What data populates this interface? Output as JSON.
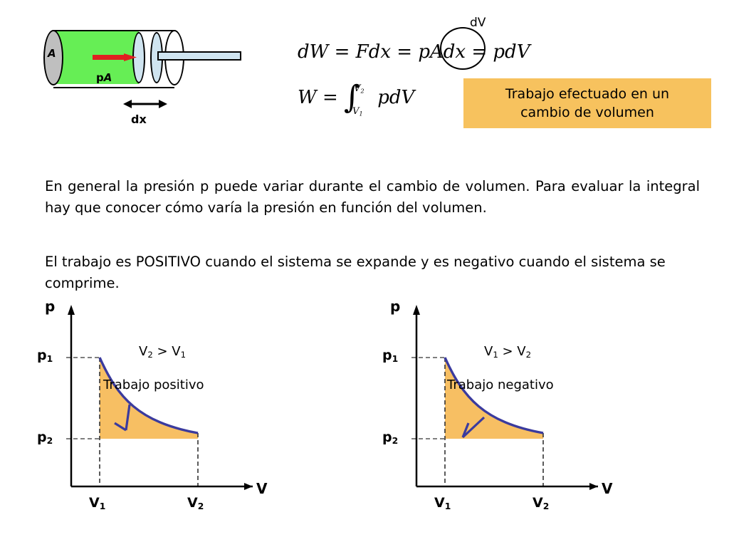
{
  "diagram": {
    "area_label": "A",
    "force_label_p": "p",
    "force_label_A": "A",
    "displacement_label": "dx",
    "red_arrow_icon": "force-arrow-icon",
    "dx_arrow_icon": "double-arrow-icon"
  },
  "equations": {
    "dw": {
      "part1": "dW = Fdx = p",
      "part2": "Adx",
      "part3": " = pdV"
    },
    "dv_highlight_label": "dV",
    "w": {
      "lhs": "W =",
      "integral_upper": "V",
      "integral_upper_sub": "2",
      "integral_lower": "V",
      "integral_lower_sub": "1",
      "integrand": "pdV"
    }
  },
  "callout": {
    "line1": "Trabajo efectuado en un",
    "line2": "cambio de volumen",
    "background_color": "#f7c25e"
  },
  "paragraphs": {
    "p1": "En general la presión p puede variar durante el cambio de volumen. Para evaluar la integral hay que conocer cómo varía la presión en función del volumen.",
    "p2": "El trabajo es POSITIVO cuando el sistema se expande y es negativo cuando el sistema se comprime."
  },
  "graphs": [
    {
      "name": "trabajo-positivo",
      "y_axis_label": "p",
      "x_axis_label": "V",
      "y_ticks": [
        {
          "label": "p",
          "sub": "1"
        },
        {
          "label": "p",
          "sub": "2"
        }
      ],
      "x_ticks": [
        {
          "label": "V",
          "sub": "1"
        },
        {
          "label": "V",
          "sub": "2"
        }
      ],
      "condition": {
        "left": "V",
        "left_sub": "2",
        "op": " > ",
        "right": "V",
        "right_sub": "1"
      },
      "caption": "Trabajo positivo",
      "arrow_direction": "right",
      "curve_color": "#3b3b9e",
      "fill_color": "#f7bf63"
    },
    {
      "name": "trabajo-negativo",
      "y_axis_label": "p",
      "x_axis_label": "V",
      "y_ticks": [
        {
          "label": "p",
          "sub": "1"
        },
        {
          "label": "p",
          "sub": "2"
        }
      ],
      "x_ticks": [
        {
          "label": "V",
          "sub": "1"
        },
        {
          "label": "V",
          "sub": "2"
        }
      ],
      "condition": {
        "left": "V",
        "left_sub": "1",
        "op": " > ",
        "right": "V",
        "right_sub": "2"
      },
      "caption": "Trabajo negativo",
      "arrow_direction": "left",
      "curve_color": "#3b3b9e",
      "fill_color": "#f7bf63"
    }
  ],
  "chart_data": {
    "type": "line",
    "title": "",
    "xlabel": "V",
    "ylabel": "p",
    "panels": [
      {
        "title": "Trabajo positivo",
        "annotation": "V2 > V1",
        "x": [
          1.0,
          1.25,
          1.5,
          1.75,
          2.0,
          2.5,
          3.0,
          3.5,
          4.0
        ],
        "y": [
          4.0,
          3.3,
          2.8,
          2.45,
          2.2,
          1.8,
          1.55,
          1.42,
          1.35
        ],
        "xlim": [
          0,
          5
        ],
        "ylim": [
          0,
          5
        ],
        "marked_x": [
          "V1",
          "V2"
        ],
        "marked_y": [
          "p1",
          "p2"
        ],
        "fill": "area under curve between V1 and V2",
        "grid": false
      },
      {
        "title": "Trabajo negativo",
        "annotation": "V1 > V2",
        "x": [
          1.0,
          1.25,
          1.5,
          1.75,
          2.0,
          2.5,
          3.0,
          3.5,
          4.0
        ],
        "y": [
          4.0,
          3.3,
          2.8,
          2.45,
          2.2,
          1.8,
          1.55,
          1.42,
          1.35
        ],
        "xlim": [
          0,
          5
        ],
        "ylim": [
          0,
          5
        ],
        "marked_x": [
          "V1",
          "V2"
        ],
        "marked_y": [
          "p1",
          "p2"
        ],
        "fill": "area under curve between V1 and V2",
        "grid": false
      }
    ]
  }
}
